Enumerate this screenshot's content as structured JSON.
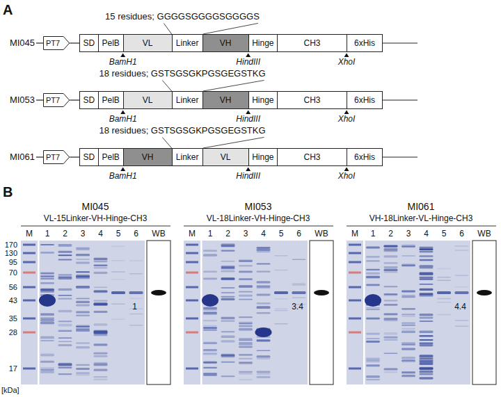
{
  "diagram": {
    "nodes": [
      {
        "text": [
          "PT7"
        ]
      },
      {
        "text": [
          "SD"
        ]
      },
      {
        "text": [
          "PelB"
        ]
      },
      {
        "text": [
          "VL"
        ]
      },
      {
        "text": [
          "Linker"
        ]
      },
      {
        "text": [
          "VH"
        ]
      },
      {
        "text": [
          "Hinge"
        ]
      },
      {
        "text": [
          "CH3"
        ]
      },
      {
        "text": [
          "6xHis"
        ]
      },
      {
        "text": [
          "PT7"
        ]
      },
      {
        "text": [
          "SD"
        ]
      },
      {
        "text": [
          "PelB"
        ]
      },
      {
        "text": [
          "VL"
        ]
      },
      {
        "text": [
          "Linker"
        ]
      },
      {
        "text": [
          "VH"
        ]
      },
      {
        "text": [
          "Hinge"
        ]
      },
      {
        "text": [
          "CH3"
        ]
      },
      {
        "text": [
          "6xHis"
        ]
      },
      {
        "text": [
          "PT7"
        ]
      },
      {
        "text": [
          "SD"
        ]
      },
      {
        "text": [
          "PelB"
        ]
      },
      {
        "text": [
          "VH"
        ]
      },
      {
        "text": [
          "Linker"
        ]
      },
      {
        "text": [
          "VL"
        ]
      },
      {
        "text": [
          "Hinge"
        ]
      },
      {
        "text": [
          "CH3"
        ]
      },
      {
        "text": [
          "6xHis"
        ]
      }
    ],
    "edges": [
      {
        "from": 0,
        "to": 1,
        "arrow": "none"
      },
      {
        "from": 9,
        "to": 10,
        "arrow": "none"
      },
      {
        "from": 18,
        "to": 19,
        "arrow": "none"
      }
    ],
    "labels": [
      "A",
      "15 residues; GGGGSGGGGSGGGGS",
      "MI045",
      "BamH1",
      "HindIII",
      "XhoI",
      "18 residues; GSTSGSGKPGSGEGSTKG",
      "MI053",
      "BamH1",
      "HindIII",
      "XhoI",
      "18 residues; GSTSGSGKPGSGEGSTKG",
      "MI061",
      "BamH1",
      "HindIII",
      "XhoI",
      "B",
      "MI045",
      "VL-15Linker-VH-Hinge-CH3",
      "M",
      "1",
      "2",
      "3",
      "4",
      "5",
      "6",
      "WB",
      "MI053",
      "VL-18Linker-VH-Hinge-CH3",
      "M",
      "1",
      "2",
      "3",
      "4",
      "5",
      "6",
      "WB",
      "MI061",
      "VH-18Linker-VL-Hinge-CH3",
      "M",
      "1",
      "2",
      "3",
      "4",
      "5",
      "6",
      "WB",
      "1",
      "3.4",
      "4.4",
      "170",
      "130",
      "95",
      "70",
      "56",
      "43",
      "35",
      "28",
      "17",
      "[kDa]"
    ]
  }
}
